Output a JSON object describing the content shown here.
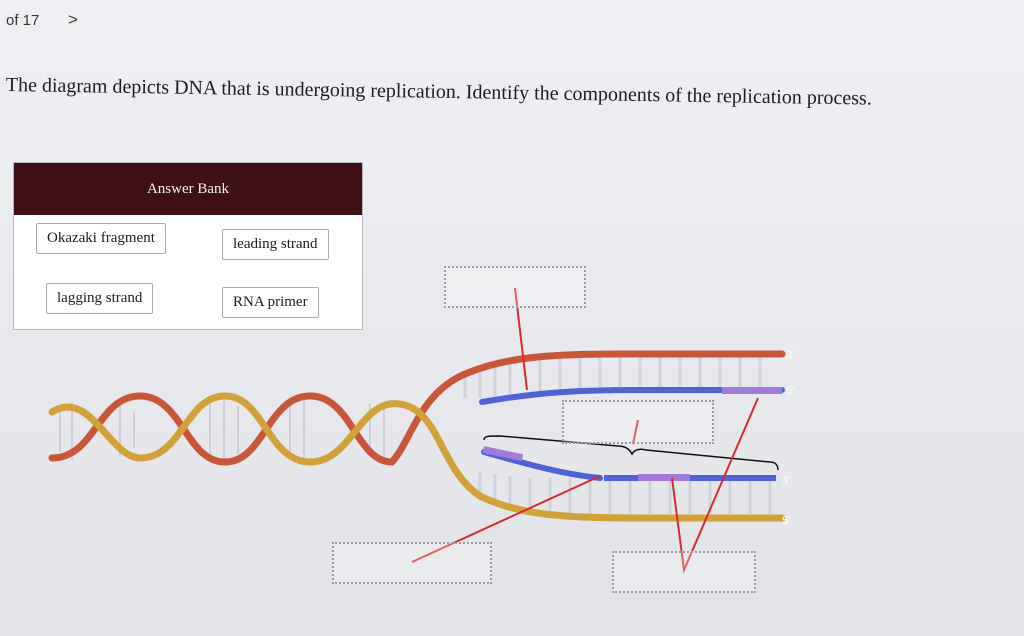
{
  "nav": {
    "page_count": "of 17",
    "next_glyph": ">"
  },
  "question": {
    "text": "The diagram depicts DNA that is undergoing replication. Identify the components of the replication process."
  },
  "answer_bank": {
    "title": "Answer Bank",
    "items": [
      {
        "label": "Okazaki fragment"
      },
      {
        "label": "leading strand"
      },
      {
        "label": "lagging strand"
      },
      {
        "label": "RNA primer"
      }
    ]
  },
  "diagram": {
    "strand_ends": {
      "top_3": "3'",
      "leading_5": "5'",
      "lagging_3": "3'",
      "bottom_5": "5'"
    },
    "colors": {
      "template_top": "#c8573a",
      "template_bottom": "#d1a13a",
      "new_strand": "#4f62d6",
      "primer": "#a27bd8",
      "pointer": "#d62b2b"
    },
    "drop_zones": 4
  }
}
